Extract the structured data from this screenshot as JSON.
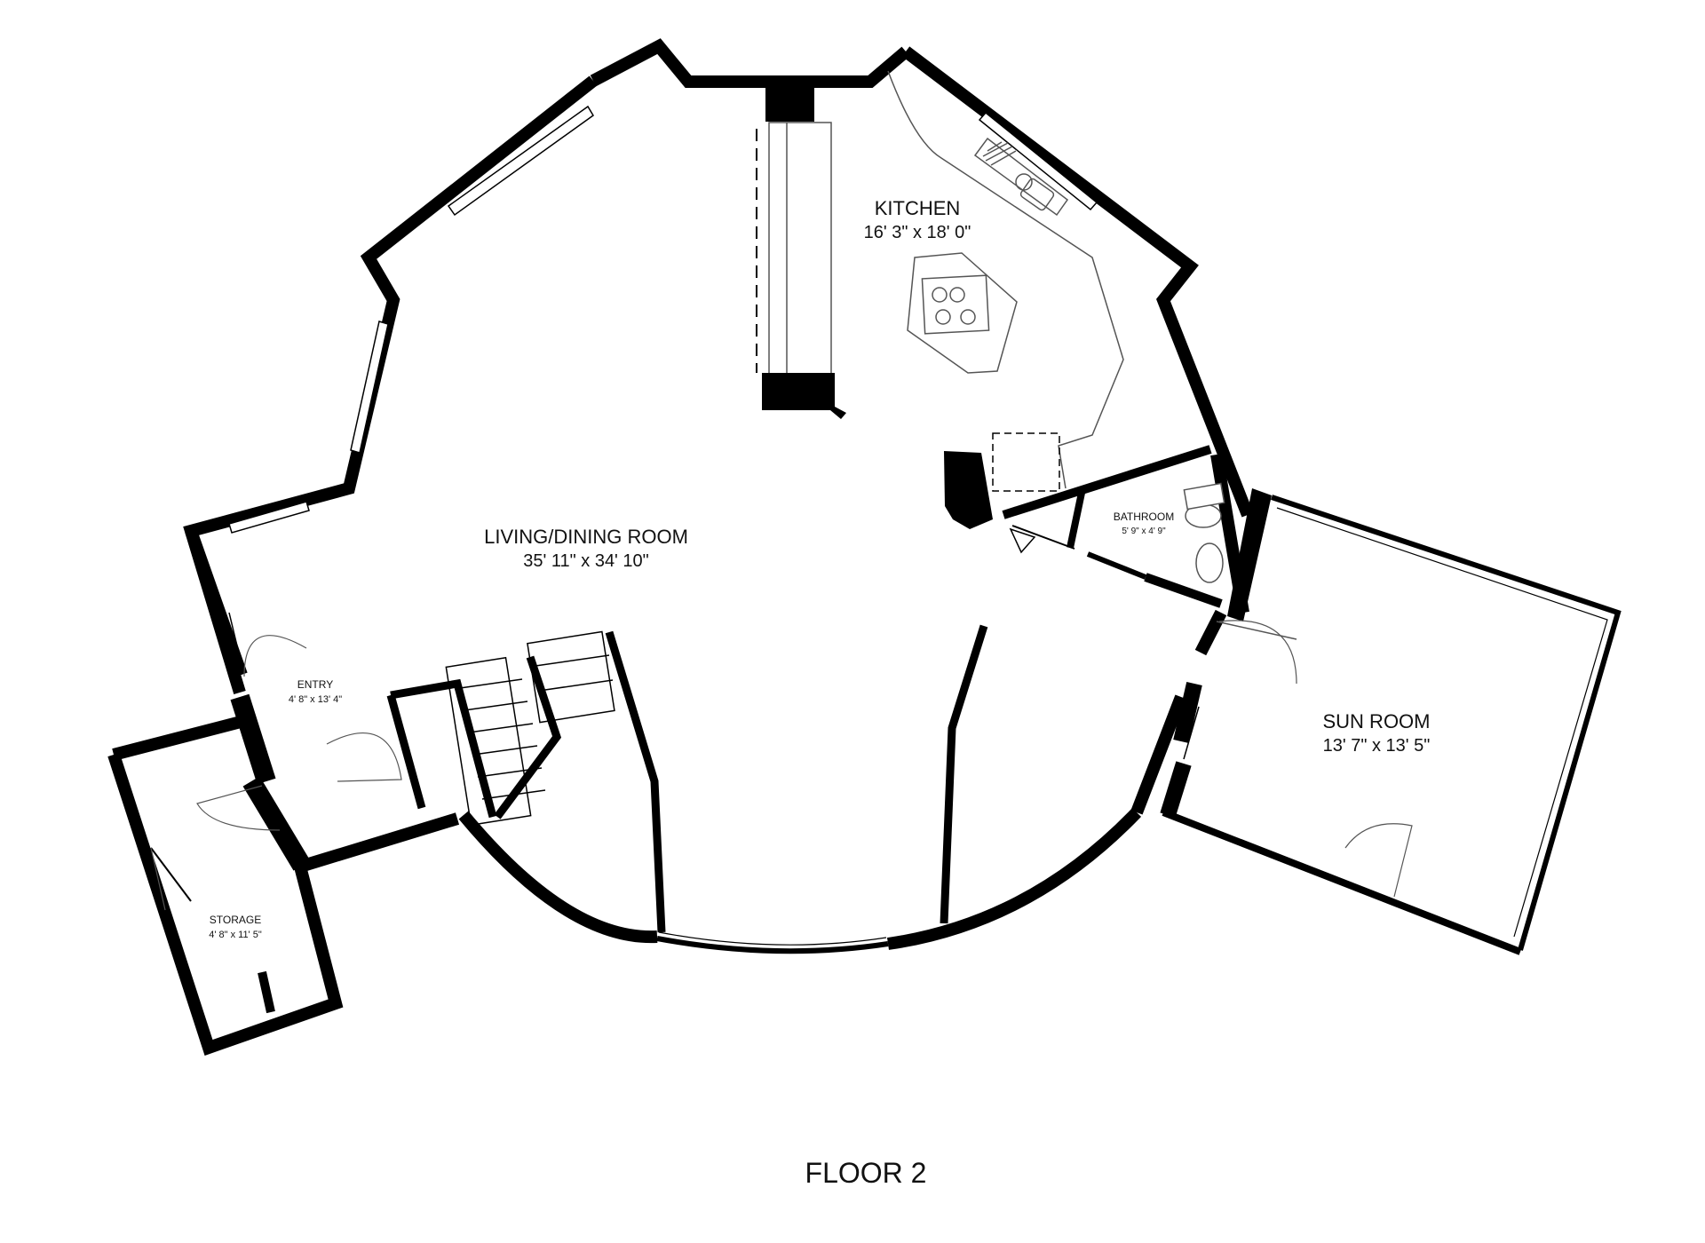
{
  "floor_title": "FLOOR 2",
  "rooms": {
    "kitchen": {
      "name": "KITCHEN",
      "dims": "16' 3\" x 18' 0\""
    },
    "living": {
      "name": "LIVING/DINING ROOM",
      "dims": "35' 11\" x 34' 10\""
    },
    "bathroom": {
      "name": "BATHROOM",
      "dims": "5' 9\" x 4' 9\""
    },
    "entry": {
      "name": "ENTRY",
      "dims": "4' 8\" x 13' 4\""
    },
    "sun_room": {
      "name": "SUN ROOM",
      "dims": "13' 7\" x 13' 5\""
    },
    "storage": {
      "name": "STORAGE",
      "dims": "4' 8\" x 11' 5\""
    }
  },
  "colors": {
    "wall": "#000000",
    "fixture": "#555555",
    "background": "#ffffff"
  }
}
